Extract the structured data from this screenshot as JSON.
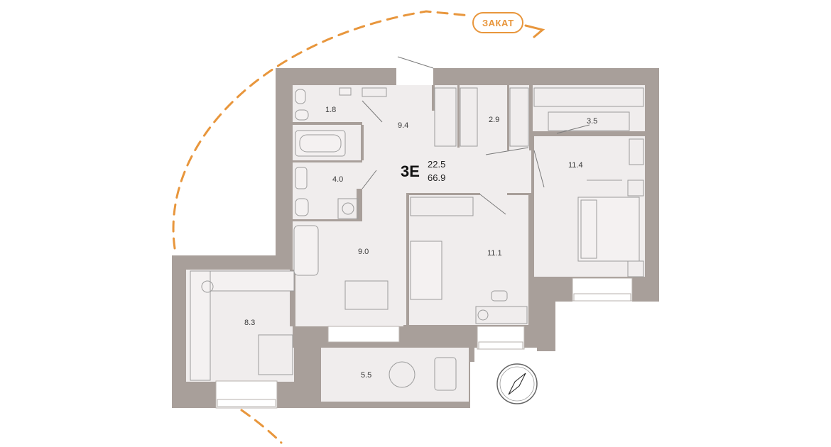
{
  "apartment": {
    "type": "3E",
    "living_area": "22.5",
    "total_area": "66.9"
  },
  "sunset_label": "ЗАКАТ",
  "rooms": {
    "wc": "1.8",
    "hall": "9.4",
    "wardrobe_small": "2.9",
    "wardrobe_large": "3.5",
    "bathroom": "4.0",
    "bedroom_right": "11.4",
    "living": "9.0",
    "bedroom_mid": "11.1",
    "kitchen": "8.3",
    "balcony": "5.5"
  },
  "colors": {
    "wall": "#a89f9a",
    "floor": "#f0eded",
    "accent": "#e8963c",
    "text": "#222222"
  },
  "icons": [
    "compass-icon"
  ]
}
